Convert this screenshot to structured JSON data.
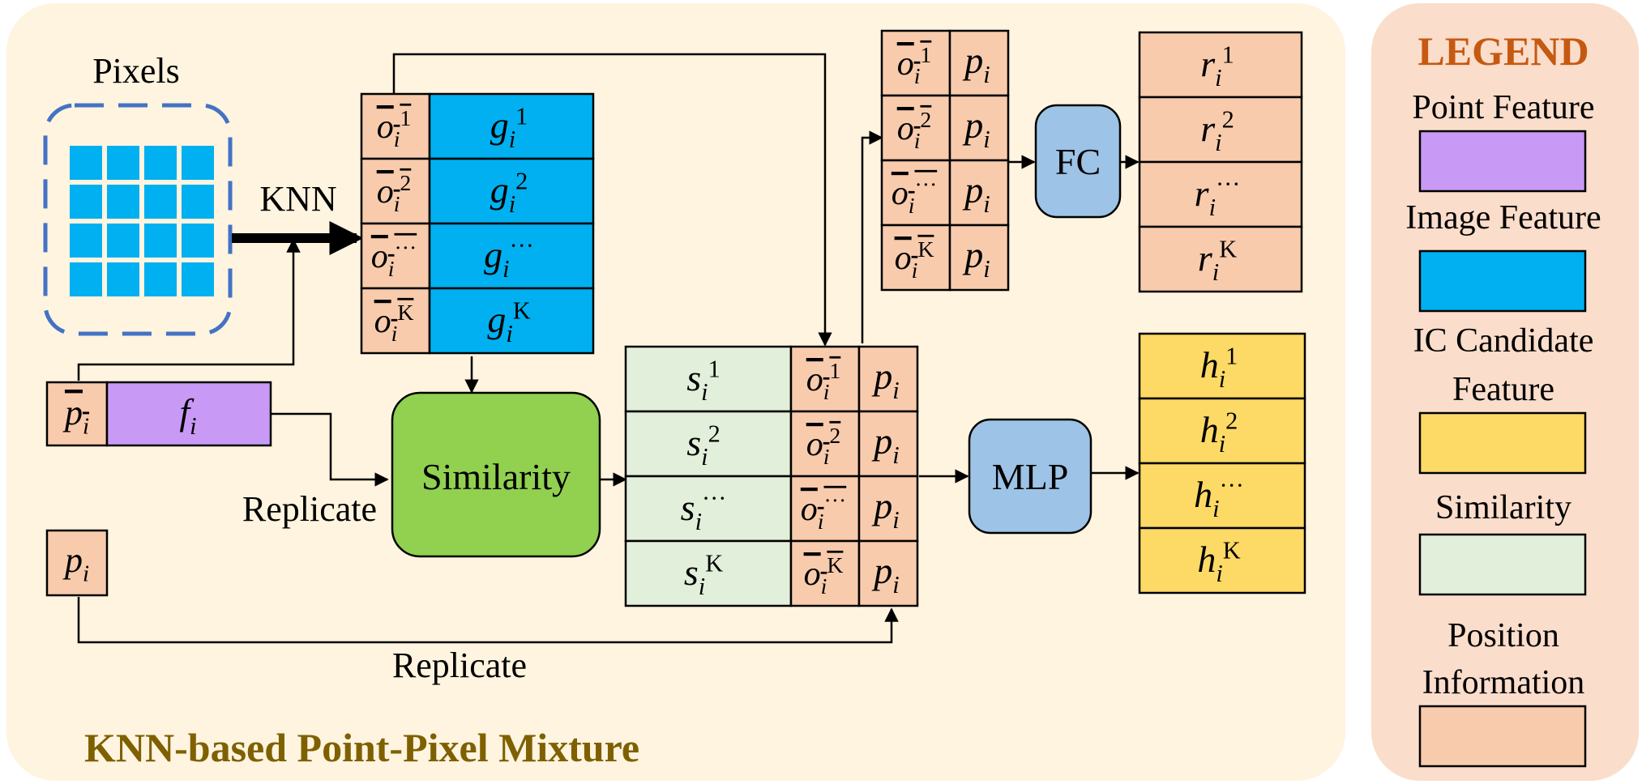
{
  "panel": {
    "title": "KNN-based Point-Pixel Mixture"
  },
  "labels": {
    "pixels": "Pixels",
    "knn": "KNN",
    "replicate": "Replicate",
    "replicate_bottom": "Replicate"
  },
  "blocks": {
    "similarity": "Similarity",
    "fc": "FC",
    "mlp": "MLP"
  },
  "symbols": {
    "o_bar": "o",
    "p": "p",
    "g": "g",
    "s": "s",
    "r": "r",
    "h": "h",
    "f": "f",
    "i": "i",
    "superscripts": [
      "1",
      "2",
      "···",
      "K"
    ]
  },
  "legend": {
    "title": "LEGEND",
    "items": [
      {
        "label_lines": [
          "Point Feature"
        ],
        "color": "#C89AF5"
      },
      {
        "label_lines": [
          "Image Feature"
        ],
        "color": "#00B0F0"
      },
      {
        "label_lines": [
          "IC Candidate",
          "Feature"
        ],
        "color": "#FDD966"
      },
      {
        "label_lines": [
          "Similarity"
        ],
        "color": "#E2EFDA"
      },
      {
        "label_lines": [
          "Position",
          "Information"
        ],
        "color": "#F8CBAD"
      }
    ]
  },
  "colors": {
    "panel_bg": "#FEF4DF",
    "legend_bg": "#FADDCB",
    "title_brown": "#7F6000",
    "legend_title": "#C65911",
    "point_feature": "#C89AF5",
    "image_feature": "#00B0F0",
    "candidate": "#FDD966",
    "similarity_cell": "#E2EFDA",
    "position": "#F8CBAD",
    "similarity_block": "#92D050",
    "fc_mlp_block": "#9DC3E6",
    "pixel_cell": "#00B0F0",
    "pixel_border": "#4472C4"
  }
}
